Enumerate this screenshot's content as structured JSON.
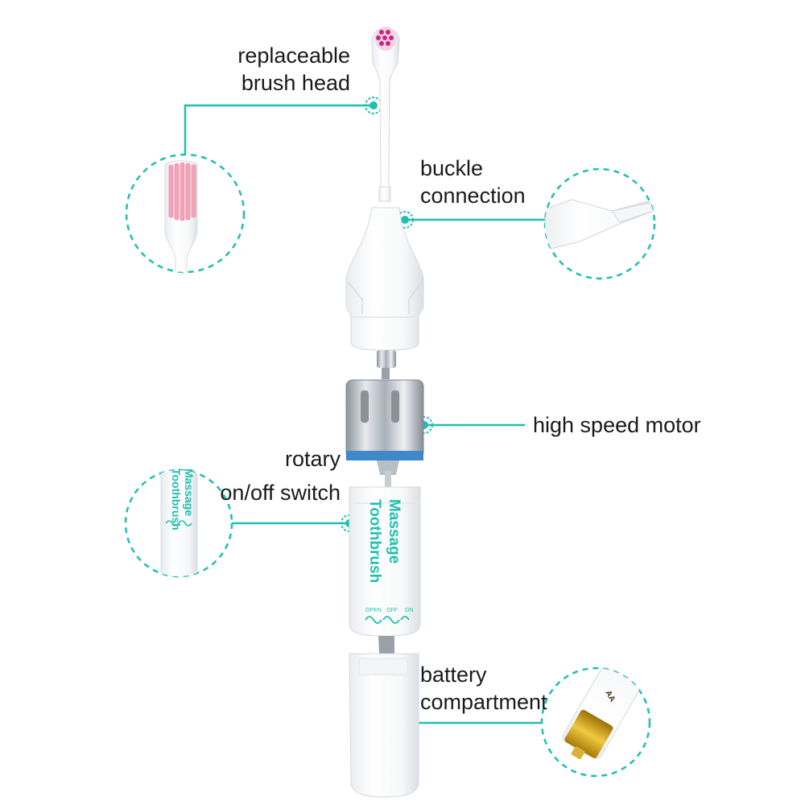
{
  "labels": {
    "brush_head": {
      "line1": "replaceable",
      "line2": "brush head"
    },
    "buckle": {
      "line1": "buckle",
      "line2": "connection"
    },
    "motor": {
      "line1": "high speed motor"
    },
    "switch": {
      "line1": "rotary",
      "line2": "on/off switch"
    },
    "battery": {
      "line1": "battery",
      "line2": "compartment"
    }
  },
  "product_print": {
    "name_line1": "Massage",
    "name_line2": "Toothbrush",
    "switch_open": "OPEN",
    "switch_off": "OFF",
    "switch_on": "ON",
    "battery_mark": "AA"
  },
  "colors": {
    "accent": "#1fbfb0",
    "label_text": "#1a1a1a",
    "bristle_pink": "#f4a3b8",
    "bristle_magenta": "#c8287e",
    "motor_metal": "#c9ced6",
    "battery_gold": "#d4a21a"
  }
}
